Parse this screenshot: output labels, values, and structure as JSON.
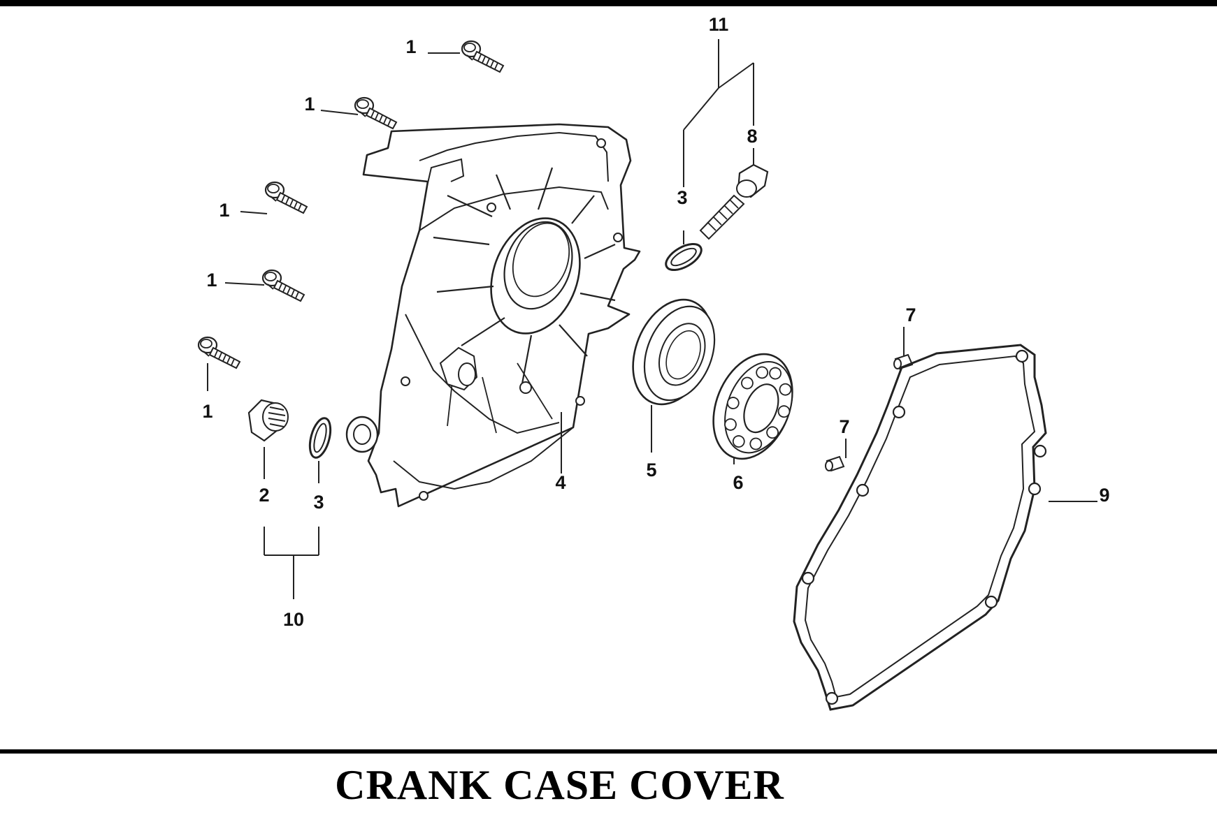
{
  "title": "CRANK CASE COVER",
  "callouts": {
    "c1a": "1",
    "c1b": "1",
    "c1c": "1",
    "c1d": "1",
    "c1e": "1",
    "c2": "2",
    "c3a": "3",
    "c3b": "3",
    "c4": "4",
    "c5": "5",
    "c6": "6",
    "c7a": "7",
    "c7b": "7",
    "c8": "8",
    "c9": "9",
    "c10": "10",
    "c11": "11"
  },
  "parts": {
    "bolt": "flange-bolt-icon",
    "oil_drain_plug": "oil-plug-icon",
    "o_ring": "o-ring-icon",
    "cover": "crank-case-cover-icon",
    "oil_seal": "oil-seal-icon",
    "bearing": "ball-bearing-icon",
    "dowel_pin": "dowel-pin-icon",
    "dipstick": "oil-filler-cap-icon",
    "gasket": "gasket-icon"
  },
  "colors": {
    "line": "#222222",
    "background": "#ffffff"
  }
}
